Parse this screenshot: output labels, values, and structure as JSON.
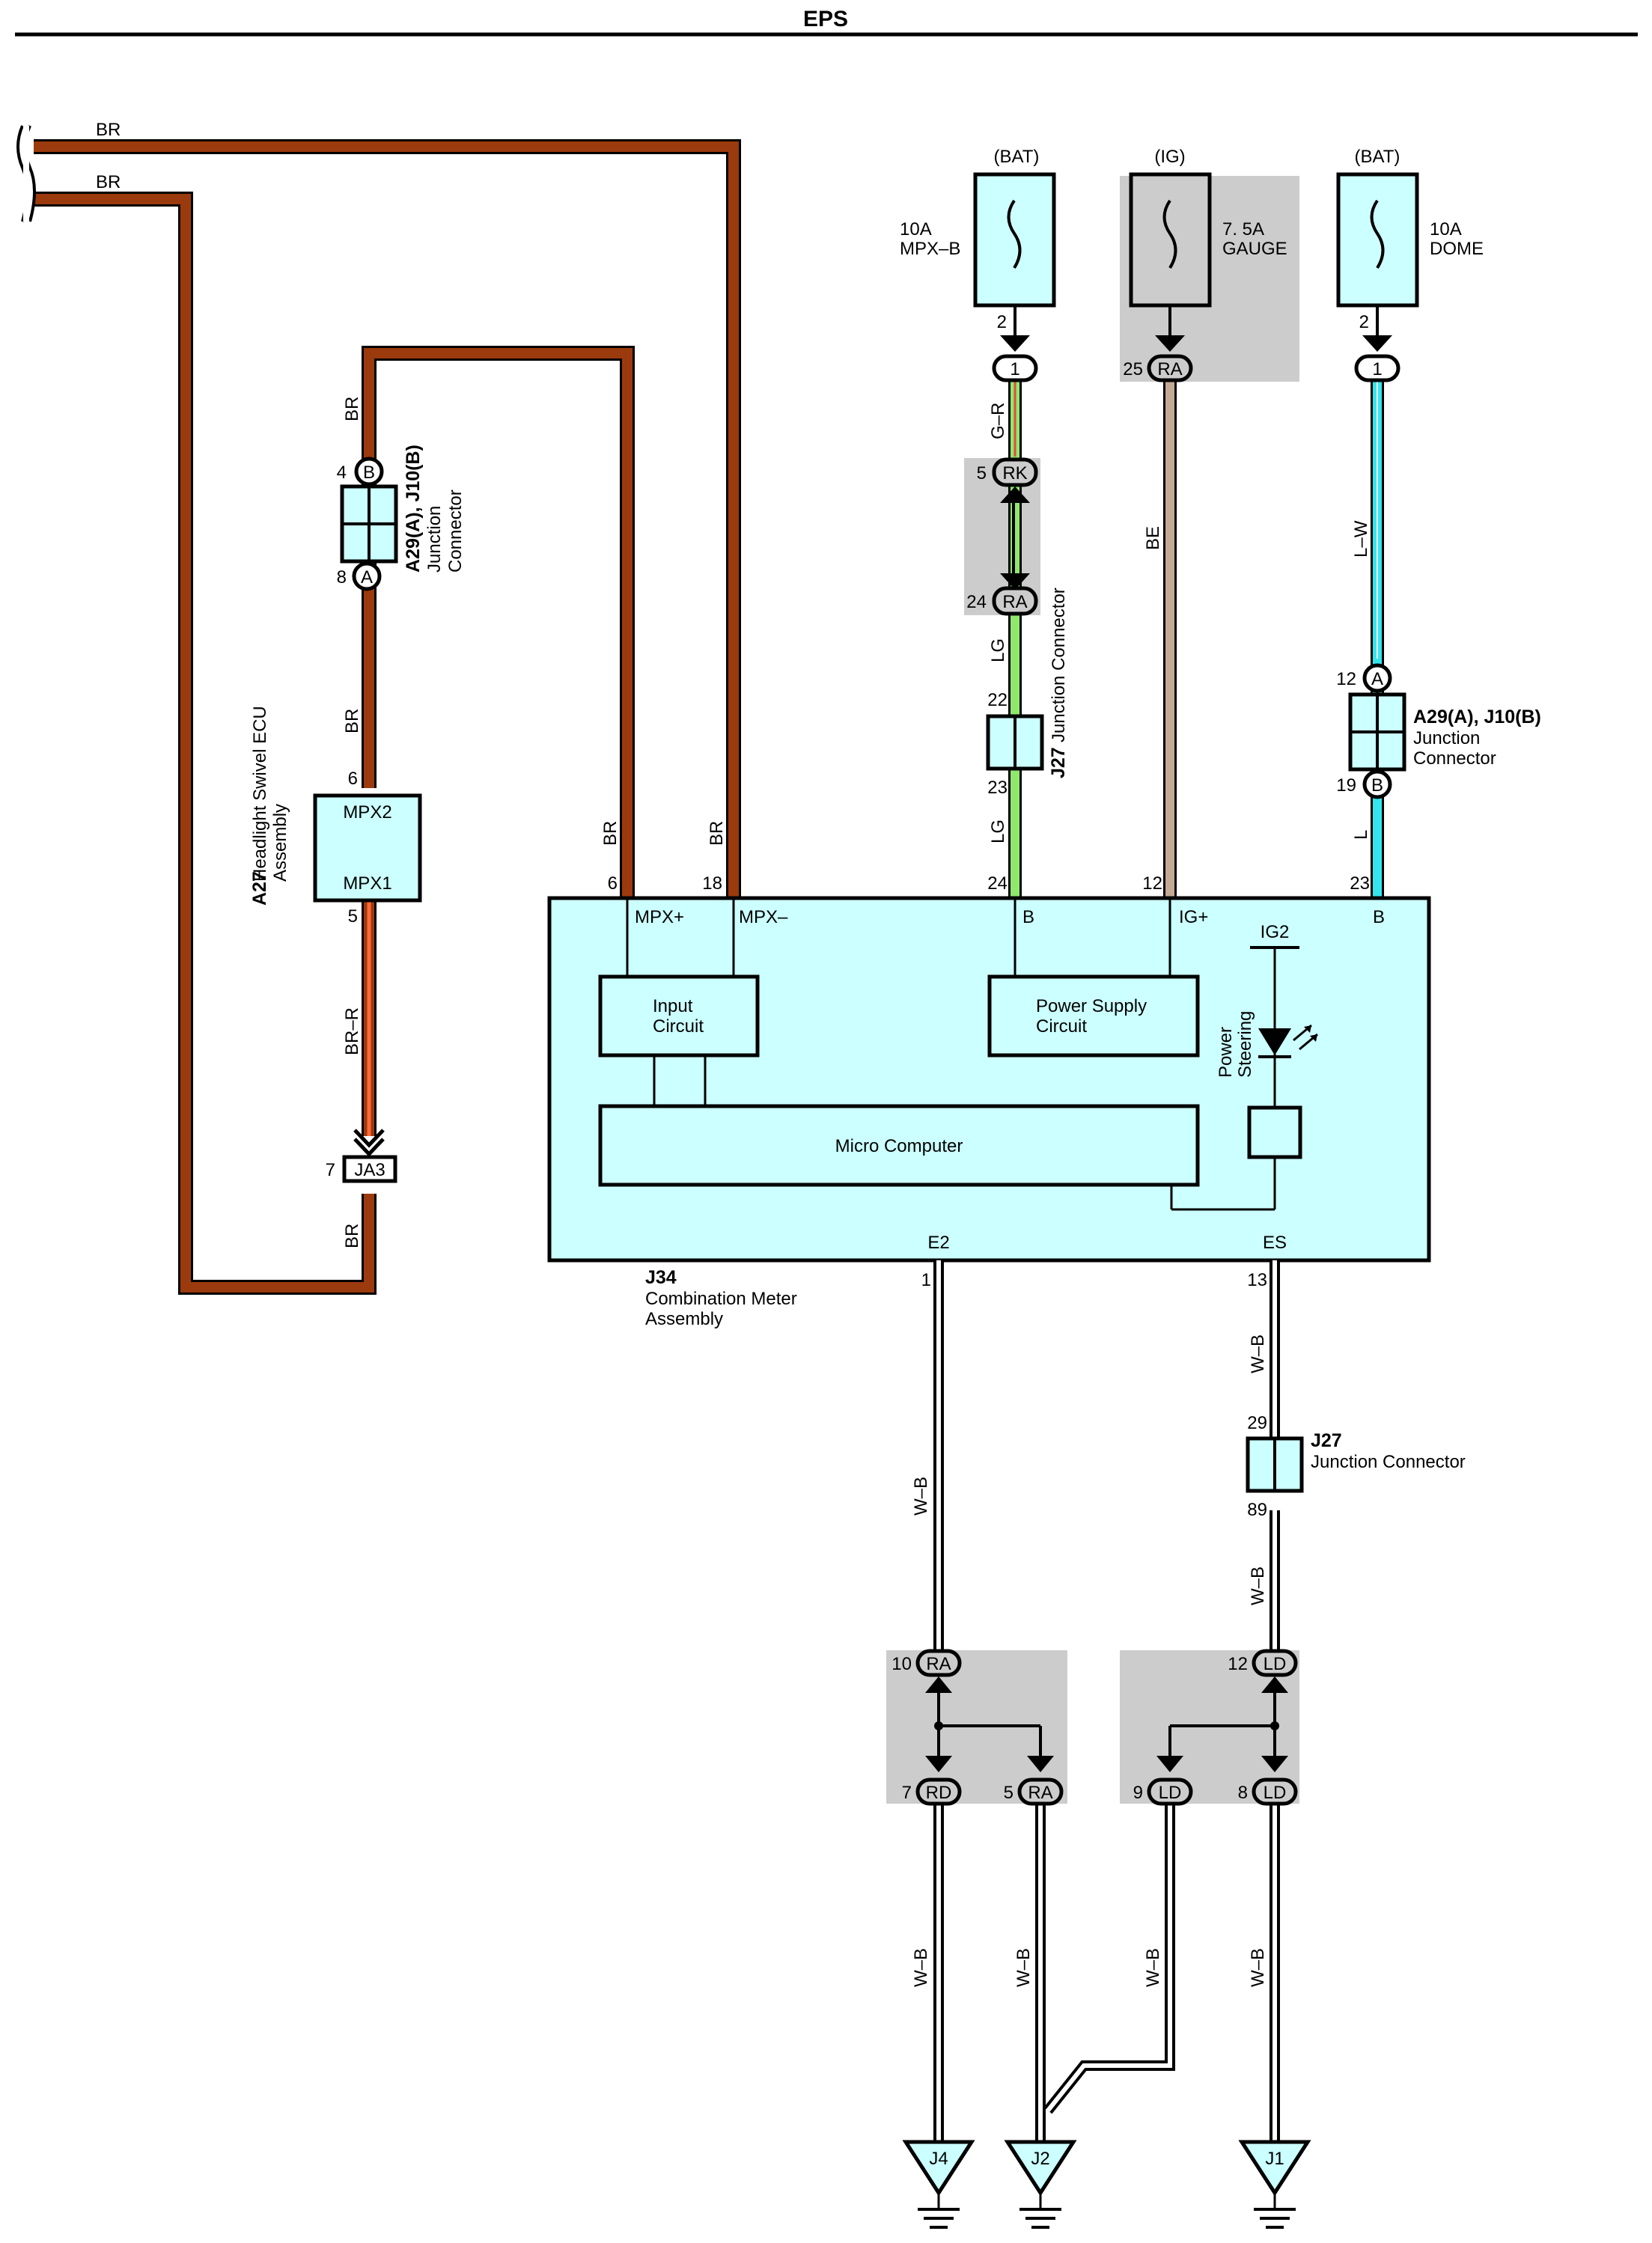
{
  "title": "EPS",
  "wire_colors": {
    "BR": "#9b3a0c",
    "BR-R": "#e8532e",
    "G-R": "#8fe86b",
    "LG": "#8fe86b",
    "BE": "#c4a994",
    "L-W": "#33e6ee",
    "L": "#33e6ee",
    "W-B": "#ffffff"
  },
  "power": {
    "mpxb": {
      "source": "(BAT)",
      "rating": "10A",
      "name": "MPX–B",
      "pin": "2"
    },
    "gauge": {
      "source": "(IG)",
      "rating": "7. 5A",
      "name": "GAUGE",
      "pin": "25"
    },
    "dome": {
      "source": "(BAT)",
      "rating": "10A",
      "name": "DOME",
      "pin": "2"
    }
  },
  "connectors": {
    "c1a": "1",
    "c1b": "1",
    "rk": "RK",
    "rk_pin": "5",
    "ra24": "RA",
    "ra24_pin": "24",
    "ra25": "RA",
    "b": "B",
    "b_pin": "4",
    "a": "A",
    "a_pin": "8",
    "a12": "A",
    "a12_pin": "12",
    "b19": "B",
    "b19_pin": "19",
    "ja3": "JA3",
    "ja3_pin": "7",
    "ra10": "RA",
    "ra10_pin": "10",
    "rd7": "RD",
    "rd7_pin": "7",
    "ra5": "RA",
    "ra5_pin": "5",
    "ld12": "LD",
    "ld12_pin": "12",
    "ld9": "LD",
    "ld9_pin": "9",
    "ld8": "LD",
    "ld8_pin": "8"
  },
  "labels": {
    "br": "BR",
    "brr": "BR–R",
    "gr": "G–R",
    "lg": "LG",
    "be": "BE",
    "lw": "L–W",
    "l": "L",
    "wb": "W–B",
    "p6": "6",
    "p5": "5",
    "p6b": "6",
    "p18": "18",
    "p22": "22",
    "p23": "23",
    "p24": "24",
    "p12": "12",
    "p23b": "23",
    "p1": "1",
    "p13": "13",
    "p29": "29",
    "p89": "89"
  },
  "junction_top_left": {
    "id": "A29(A), J10(B)",
    "line1": "Junction",
    "line2": "Connector"
  },
  "junction_right": {
    "id": "A29(A), J10(B)",
    "line1": "Junction",
    "line2": "Connector"
  },
  "j27_vertical": {
    "id": "J27",
    "name": "Junction Connector"
  },
  "j27_lower": {
    "id": "J27",
    "name": "Junction Connector"
  },
  "a27": {
    "id": "A27",
    "line1": "Headlight Swivel ECU",
    "line2": "Assembly",
    "pin_a": "MPX2",
    "pin_b": "MPX1"
  },
  "meter": {
    "id": "J34",
    "line1": "Combination Meter",
    "line2": "Assembly",
    "mpxp": "MPX+",
    "mpxm": "MPX–",
    "b1": "B",
    "igp": "IG+",
    "ig2": "IG2",
    "b2": "B",
    "e2": "E2",
    "es": "ES",
    "input1": "Input",
    "input2": "Circuit",
    "ps1": "Power Supply",
    "ps2": "Circuit",
    "micro": "Micro Computer",
    "steer1": "Power",
    "steer2": "Steering"
  },
  "grounds": {
    "j4": "J4",
    "j2": "J2",
    "j1": "J1"
  }
}
